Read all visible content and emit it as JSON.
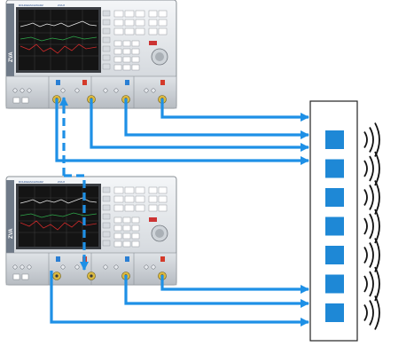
{
  "instruments": [
    {
      "brand_text": "ROHDE&SCHWARZ",
      "model_text": "ZVA 8",
      "side_text": "ZVA"
    },
    {
      "brand_text": "ROHDE&SCHWARZ",
      "model_text": "ZVA 8",
      "side_text": "ZVA"
    }
  ],
  "colors": {
    "cable": "#1e90e6",
    "element_fill": "#1e88d6",
    "panel_light": "#e8ecf0",
    "screen": "#1a1a1a"
  },
  "antenna": {
    "element_count": 7
  }
}
